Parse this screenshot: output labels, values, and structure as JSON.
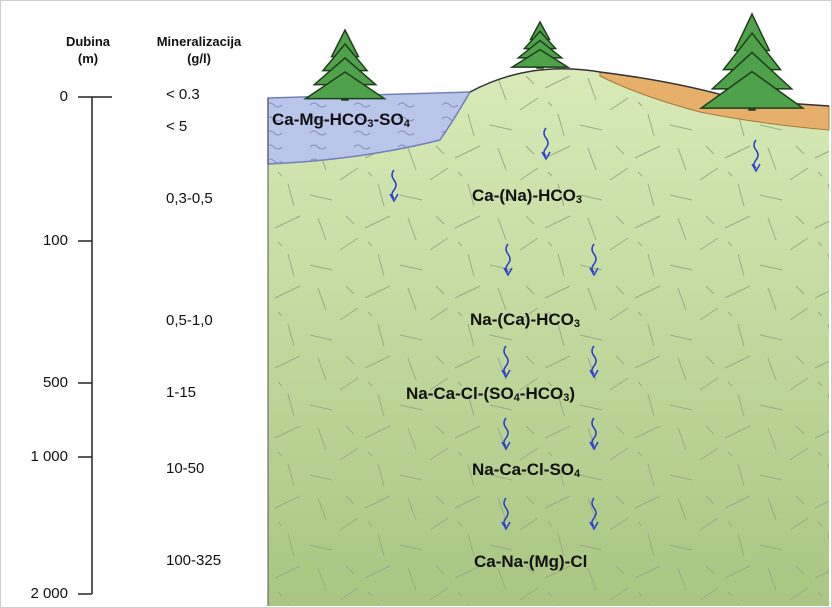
{
  "header": {
    "depth_title": "Dubina",
    "depth_unit": "(m)",
    "mineral_title": "Mineralizacija",
    "mineral_unit": "(g/l)"
  },
  "depth_ticks": [
    "0",
    "100",
    "500",
    "1 000",
    "2 000"
  ],
  "mineralization": [
    "< 0.3",
    "< 5",
    "0,3-0,5",
    "0,5-1,0",
    "1-15",
    "10-50",
    "100-325"
  ],
  "water_types": [
    {
      "parts": [
        "Ca-Mg-HCO",
        "3",
        "-SO",
        "4",
        ""
      ]
    },
    {
      "parts": [
        "Ca-(Na)-HCO",
        "3",
        ""
      ]
    },
    {
      "parts": [
        "Na-(Ca)-HCO",
        "3",
        ""
      ]
    },
    {
      "parts": [
        "Na-Ca-Cl-(SO",
        "4",
        "-HCO",
        "3",
        ")"
      ]
    },
    {
      "parts": [
        "Na-Ca-Cl-SO",
        "4",
        ""
      ]
    },
    {
      "parts": [
        "Ca-Na-(Mg)-Cl"
      ]
    }
  ],
  "colors": {
    "rock": "#c9e0a4",
    "rock_dark": "#a9c682",
    "lake": "#b9c6ea",
    "soil": "#e7b06a",
    "arrow": "#2a3fd0",
    "tree": "#4fa14a"
  },
  "icons": [
    "tree-icon",
    "flow-arrow-icon"
  ]
}
